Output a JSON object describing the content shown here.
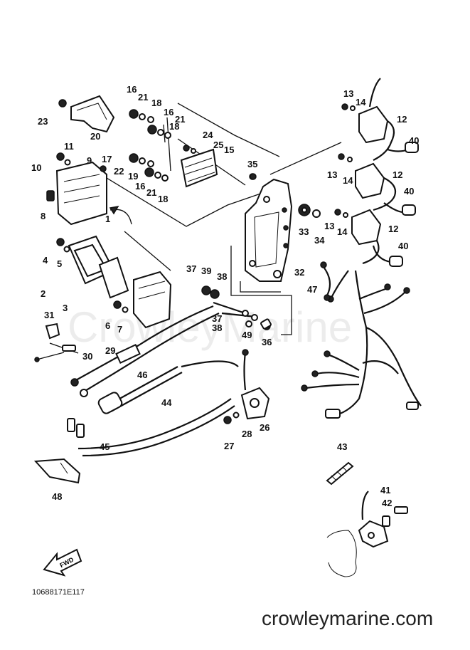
{
  "diagram": {
    "drawing_code": "10688171E117",
    "website": "crowleymarine.com",
    "watermark": "CrowleyMarine",
    "fwd_label": "FWD",
    "callouts": [
      "1",
      "2",
      "3",
      "4",
      "5",
      "6",
      "7",
      "8",
      "9",
      "10",
      "11",
      "12",
      "12",
      "12",
      "13",
      "13",
      "13",
      "14",
      "14",
      "14",
      "15",
      "16",
      "16",
      "16",
      "17",
      "18",
      "18",
      "18",
      "19",
      "20",
      "21",
      "21",
      "21",
      "22",
      "23",
      "24",
      "25",
      "26",
      "27",
      "28",
      "29",
      "30",
      "31",
      "32",
      "33",
      "34",
      "35",
      "36",
      "37",
      "37",
      "38",
      "38",
      "39",
      "40",
      "40",
      "40",
      "41",
      "42",
      "43",
      "44",
      "45",
      "46",
      "47",
      "48",
      "49"
    ]
  }
}
